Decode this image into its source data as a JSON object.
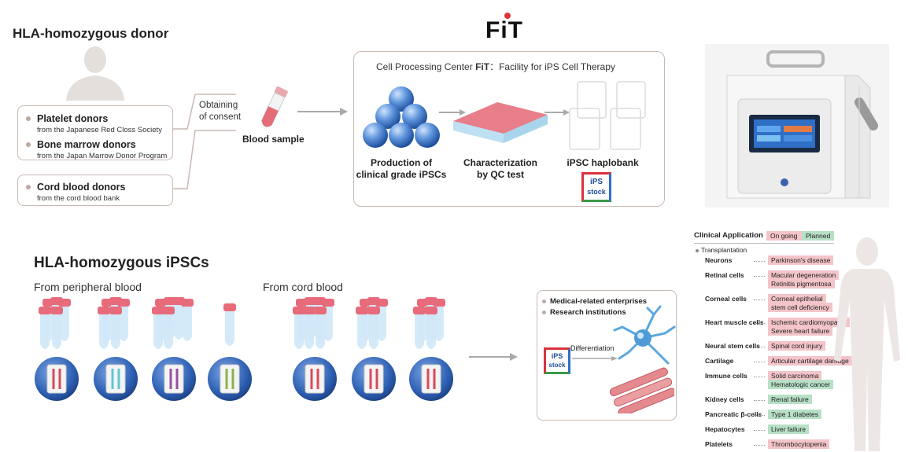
{
  "top": {
    "donor_heading": "HLA-homozygous donor",
    "donor_groups": [
      {
        "title": "Platelet donors",
        "sub": "from the Japanese Red Closs Society"
      },
      {
        "title": "Bone marrow donors",
        "sub": "from the Japan Marrow Donor Program"
      },
      {
        "title": "Cord blood donors",
        "sub": "from the cord blood bank"
      }
    ],
    "consent_line1": "Obtaining",
    "consent_line2": "of consent",
    "blood_sample": "Blood sample",
    "fit_logo": "FiT",
    "cpc_title_pre": "Cell Processing Center ",
    "cpc_title_fit": "FiT",
    "cpc_title_post": "：Facility for iPS Cell Therapy",
    "steps": [
      {
        "line1": "Production of",
        "line2": "clinical grade iPSCs"
      },
      {
        "line1": "Characterization",
        "line2": "by QC test"
      },
      {
        "line1": "iPSC haplobank",
        "line2": ""
      }
    ],
    "ips_stock_logo": {
      "line1": "iPS",
      "line2": "stock"
    }
  },
  "bottom": {
    "heading": "HLA-homozygous iPSCs",
    "from_peripheral": "From peripheral blood",
    "from_cord": "From cord blood",
    "peripheral_sets": [
      {
        "stripe": "#d84a5a",
        "tubes": 5
      },
      {
        "stripe": "#5fc6d6",
        "tubes": 5
      },
      {
        "stripe": "#9a4ea0",
        "tubes": 6
      },
      {
        "stripe": "#8bb34a",
        "tubes": 1
      }
    ],
    "cord_sets": [
      {
        "stripe": "#d84a5a",
        "tubes": 7
      },
      {
        "stripe": "#d84a5a",
        "tubes": 5
      },
      {
        "stripe": "#d84a5a",
        "tubes": 5
      }
    ],
    "enterprises": "Medical-related enterprises",
    "research": "Research institutions",
    "differentiation": "Differentiation"
  },
  "clinical": {
    "title": "Clinical Application",
    "legend_ongoing": "On going",
    "legend_planned": "Planned",
    "transplantation": "Transplantation",
    "rows": [
      {
        "name": "Neurons",
        "tags": [
          {
            "t": "Parkinson's disease",
            "c": "pink"
          }
        ]
      },
      {
        "name": "Retinal cells",
        "tags": [
          {
            "t": "Macular degeneration",
            "c": "pink"
          },
          {
            "t": "Retinitis pigmentosa",
            "c": "pink"
          }
        ]
      },
      {
        "name": "Corneal cells",
        "tags": [
          {
            "t": "Corneal epithelial",
            "c": "pink"
          },
          {
            "t": "stem cell deficiency",
            "c": "pink"
          }
        ]
      },
      {
        "name": "Heart muscle cells",
        "tags": [
          {
            "t": "Ischemic cardiomyopathy",
            "c": "pink"
          },
          {
            "t": "Severe heart failure",
            "c": "pink"
          }
        ]
      },
      {
        "name": "Neural stem cells",
        "tags": [
          {
            "t": "Spinal cord injury",
            "c": "pink"
          }
        ]
      },
      {
        "name": "Cartilage",
        "tags": [
          {
            "t": "Articular cartilage damage",
            "c": "pink"
          }
        ]
      },
      {
        "name": "Immune cells",
        "tags": [
          {
            "t": "Solid carcinoma",
            "c": "pink"
          },
          {
            "t": "Hematologic cancer",
            "c": "green"
          }
        ]
      },
      {
        "name": "Kidney cells",
        "tags": [
          {
            "t": "Renal failure",
            "c": "green"
          }
        ]
      },
      {
        "name": "Pancreatic β-cells",
        "tags": [
          {
            "t": "Type 1 diabetes",
            "c": "green"
          }
        ]
      },
      {
        "name": "Hepatocytes",
        "tags": [
          {
            "t": "Liver failure",
            "c": "green"
          }
        ]
      },
      {
        "name": "Platelets",
        "tags": [
          {
            "t": "Thrombocytopenia",
            "c": "pink"
          }
        ]
      }
    ]
  }
}
